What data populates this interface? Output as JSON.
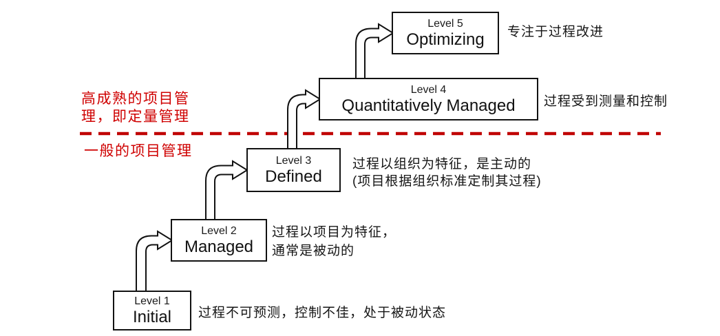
{
  "levels": [
    {
      "tag": "Level 1",
      "name": "Initial",
      "note_lines": [
        "过程不可预测，控制不佳，处于被动状态"
      ]
    },
    {
      "tag": "Level 2",
      "name": "Managed",
      "note_lines": [
        "过程以项目为特征，",
        "通常是被动的"
      ]
    },
    {
      "tag": "Level 3",
      "name": "Defined",
      "note_lines": [
        "过程以组织为特征，是主动的",
        "(项目根据组织标准定制其过程)"
      ]
    },
    {
      "tag": "Level 4",
      "name": "Quantitatively Managed",
      "note_lines": [
        "过程受到测量和控制"
      ]
    },
    {
      "tag": "Level 5",
      "name": "Optimizing",
      "note_lines": [
        "专注于过程改进"
      ]
    }
  ],
  "divider": {
    "upper_label_lines": [
      "高成熟的项目管",
      "理，即定量管理"
    ],
    "lower_label": "一般的项目管理",
    "line_color": "#c00000",
    "label_color": "#cf0000"
  }
}
